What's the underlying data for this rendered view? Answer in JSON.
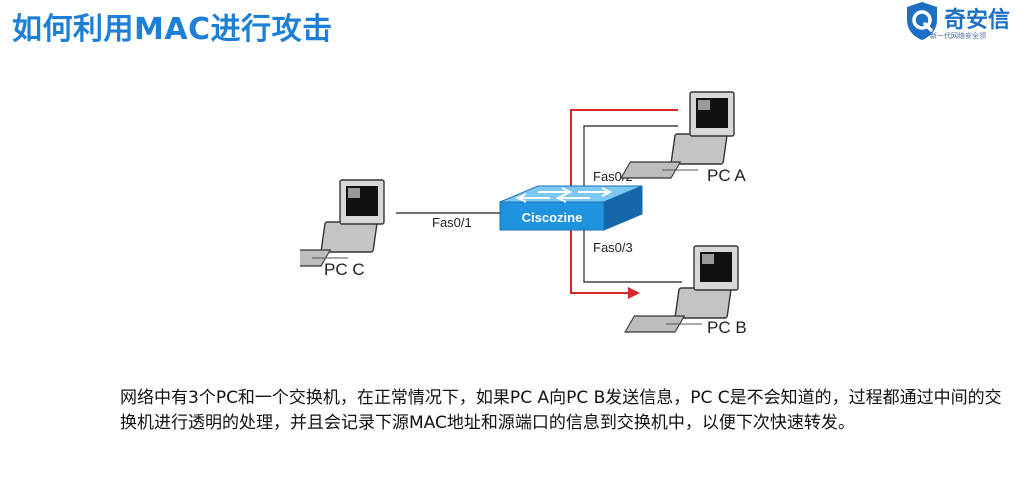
{
  "slide": {
    "title": "如何利用MAC进行攻击"
  },
  "logo": {
    "name": "奇安信",
    "tagline": "新一代网络安全领"
  },
  "diagram": {
    "switch_label": "Ciscozine",
    "ports": {
      "pc_c": "Fas0/1",
      "pc_a": "Fas0/2",
      "pc_b": "Fas0/3"
    },
    "hosts": {
      "pc_a": "PC A",
      "pc_b": "PC B",
      "pc_c": "PC C"
    }
  },
  "description": "网络中有3个PC和一个交换机，在正常情况下，如果PC A向PC B发送信息，PC C是不会知道的，过程都通过中间的交换机进行透明的处理，并且会记录下源MAC地址和源端口的信息到交换机中，以便下次快速转发。",
  "colors": {
    "title": "#1d7fd6",
    "arrow": "#d62828",
    "switch": "#1e93e0",
    "logo": "#1d6fc4"
  }
}
